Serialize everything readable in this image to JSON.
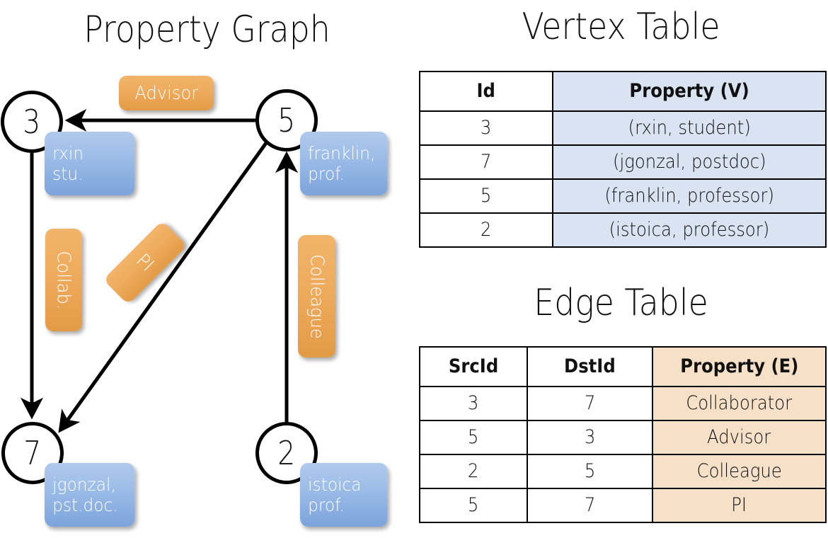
{
  "titles": {
    "property_graph": "Property Graph",
    "vertex_table": "Vertex Table",
    "edge_table": "Edge Table"
  },
  "colors": {
    "vertex_property_fill": "#d9e3f2",
    "edge_property_fill": "#f7e0c8",
    "node_property_box": "#9dbde8",
    "edge_label_box": "#eeab5d",
    "stroke": "#000000",
    "text": "#111111"
  },
  "graph": {
    "nodes": [
      {
        "id": "3",
        "property_line1": "rxin",
        "property_line2": "stu."
      },
      {
        "id": "5",
        "property_line1": "franklin,",
        "property_line2": "prof."
      },
      {
        "id": "7",
        "property_line1": "jgonzal,",
        "property_line2": "pst.doc."
      },
      {
        "id": "2",
        "property_line1": "istoica",
        "property_line2": "prof."
      }
    ],
    "edges": [
      {
        "src": "5",
        "dst": "3",
        "label": "Advisor",
        "orientation": "horizontal"
      },
      {
        "src": "3",
        "dst": "7",
        "label": "Collab.",
        "orientation": "vertical"
      },
      {
        "src": "5",
        "dst": "7",
        "label": "PI",
        "orientation": "diagonal"
      },
      {
        "src": "2",
        "dst": "5",
        "label": "Colleague",
        "orientation": "vertical"
      }
    ]
  },
  "vertex_table": {
    "headers": [
      "Id",
      "Property (V)"
    ],
    "rows": [
      {
        "id": "3",
        "property": "(rxin, student)"
      },
      {
        "id": "7",
        "property": "(jgonzal, postdoc)"
      },
      {
        "id": "5",
        "property": "(franklin, professor)"
      },
      {
        "id": "2",
        "property": "(istoica, professor)"
      }
    ]
  },
  "edge_table": {
    "headers": [
      "SrcId",
      "DstId",
      "Property (E)"
    ],
    "rows": [
      {
        "src": "3",
        "dst": "7",
        "property": "Collaborator"
      },
      {
        "src": "5",
        "dst": "3",
        "property": "Advisor"
      },
      {
        "src": "2",
        "dst": "5",
        "property": "Colleague"
      },
      {
        "src": "5",
        "dst": "7",
        "property": "PI"
      }
    ]
  }
}
